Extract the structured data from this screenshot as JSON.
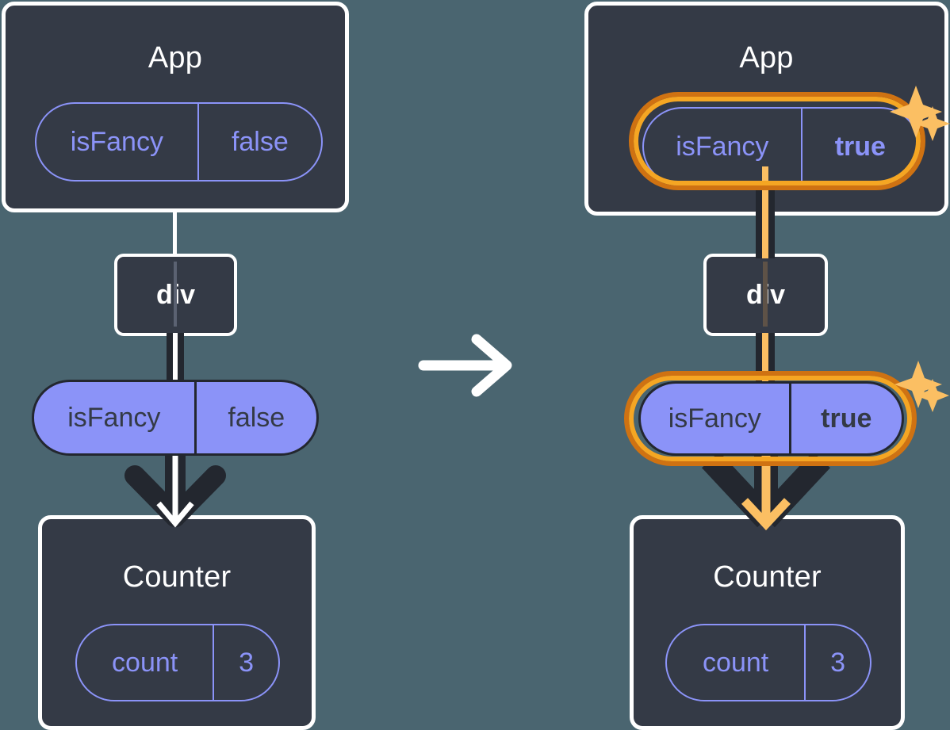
{
  "diagram": {
    "title": "React state update propagation",
    "transition_arrow": "arrow-right",
    "colors": {
      "background": "#4a6570",
      "card": "#343a46",
      "card_border": "#ffffff",
      "pill_purple": "#8b93f8",
      "wire_dark": "#23272f",
      "highlight_outer": "#cf7212",
      "highlight_inner": "#f5a623",
      "sparkle": "#fbbf63",
      "inner_wire_white": "#ffffff",
      "inner_wire_orange": "#fbbf63"
    },
    "panels": [
      {
        "id": "before",
        "app": {
          "title": "App",
          "state": {
            "key": "isFancy",
            "value": "false",
            "highlighted": false,
            "bold_value": false
          }
        },
        "div": {
          "label": "div"
        },
        "prop": {
          "key": "isFancy",
          "value": "false",
          "highlighted": false,
          "bold_value": false
        },
        "counter": {
          "title": "Counter",
          "state": {
            "key": "count",
            "value": "3",
            "highlighted": false,
            "bold_value": false
          }
        }
      },
      {
        "id": "after",
        "app": {
          "title": "App",
          "state": {
            "key": "isFancy",
            "value": "true",
            "highlighted": true,
            "bold_value": true
          }
        },
        "div": {
          "label": "div"
        },
        "prop": {
          "key": "isFancy",
          "value": "true",
          "highlighted": true,
          "bold_value": true
        },
        "counter": {
          "title": "Counter",
          "state": {
            "key": "count",
            "value": "3",
            "highlighted": false,
            "bold_value": false
          }
        }
      }
    ]
  }
}
